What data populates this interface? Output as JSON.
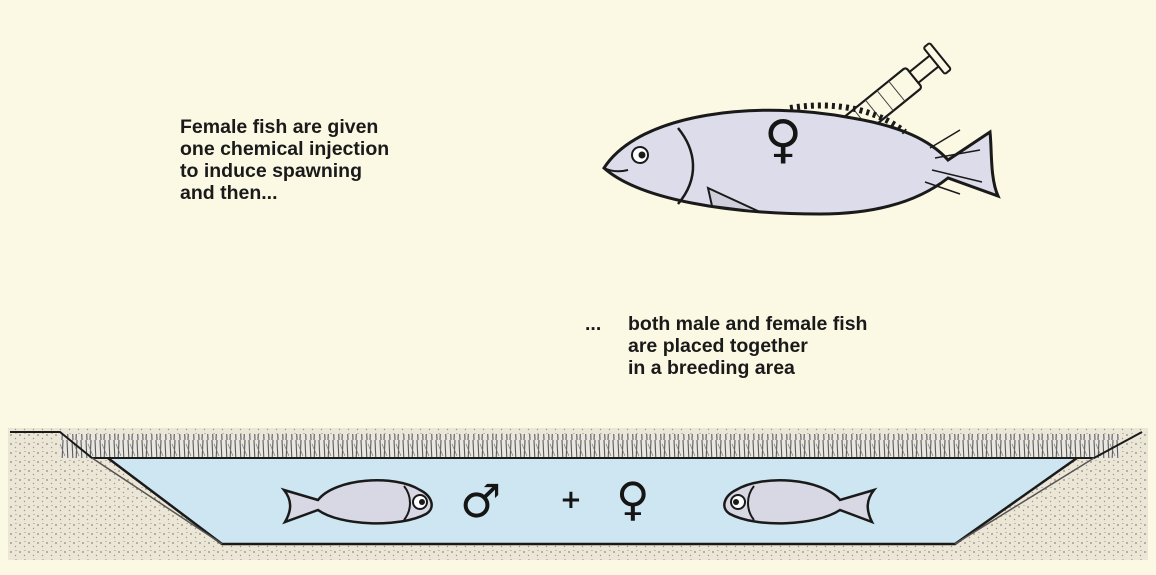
{
  "captions": {
    "injection_lines": [
      "Female fish are given",
      "one chemical injection",
      "to induce spawning",
      "and then..."
    ],
    "ellipsis": "...",
    "breeding_lines": [
      "both male and female fish",
      "are placed together",
      "in a breeding area"
    ]
  },
  "symbols": {
    "female": "♀",
    "male": "♂",
    "plus": "+"
  },
  "colors": {
    "background": "#fbf8e3",
    "water": "#cde6f1",
    "ground": "#ece6d6",
    "fish_body": "#dcdcea",
    "ink": "#1a1a1a"
  },
  "icons": [
    "syringe-icon",
    "female-fish-icon",
    "pond-icon",
    "male-fish-icon",
    "female-pond-fish-icon"
  ]
}
